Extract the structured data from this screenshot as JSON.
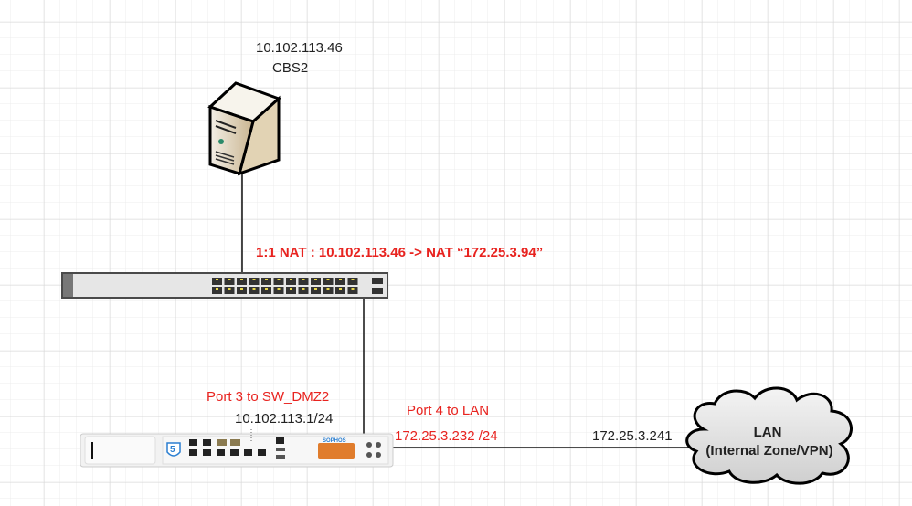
{
  "server": {
    "ip": "10.102.113.46",
    "name": "CBS2"
  },
  "nat_rule": "1:1 NAT : 10.102.113.46 -> NAT “172.25.3.94”",
  "firewall": {
    "port3_label": "Port 3 to SW_DMZ2",
    "port3_ip": "10.102.113.1/24",
    "port4_label": "Port 4 to  LAN",
    "port4_ip": "172.25.3.232 /24",
    "brand": "SOPHOS"
  },
  "lan": {
    "gateway_ip": "172.25.3.241",
    "title": "LAN",
    "subtitle": "(Internal Zone/VPN)"
  },
  "colors": {
    "annotation": "#e8231f",
    "grid": "#e4e4e4",
    "brand": "#2b7fd1"
  }
}
